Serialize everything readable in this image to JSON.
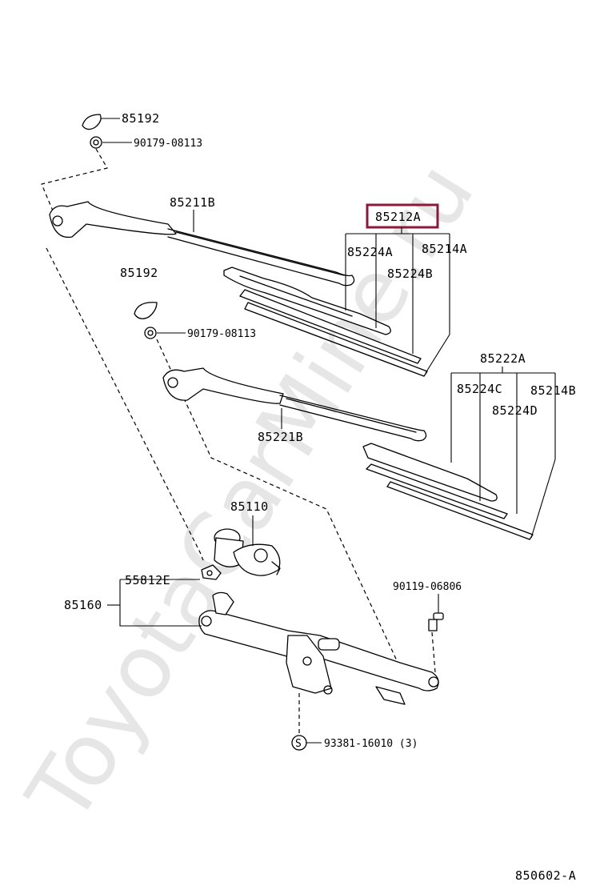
{
  "watermark": "ToyotaCarMine.ru",
  "highlight_color": "#8b1a3a",
  "parts": {
    "cap_upper": "85192",
    "nut_upper": "90179-08113",
    "arm_front": "85211B",
    "blade_assy_front": "85212A",
    "sub_a": "85224A",
    "sub_b": "85224B",
    "rubber_front": "85214A",
    "cap_lower": "85192",
    "nut_lower": "90179-08113",
    "arm_rear": "85221B",
    "blade_assy_rear": "85222A",
    "sub_c": "85224C",
    "rubber_rear": "85214B",
    "sub_d": "85224D",
    "motor": "85110",
    "clip": "55812E",
    "link": "85160",
    "bolt": "90119-06806",
    "screw_symbol": "S",
    "screw": "93381-16010 (3)"
  },
  "diagram_code": "850602-A"
}
